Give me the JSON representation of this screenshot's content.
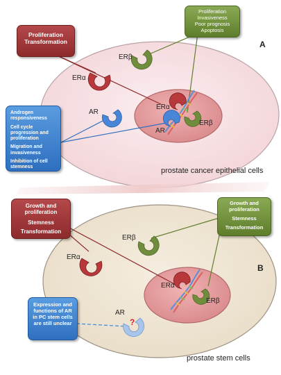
{
  "panelA": {
    "box_red": [
      "Proliferation",
      "Transformation"
    ],
    "box_green": [
      "Proliferation",
      "Invasiveness",
      "Poor prognosis",
      "Apoptosis"
    ],
    "box_blue": [
      "Androgen responsiveness",
      "Cell cycle progression and proliferation",
      "Migration and invasiveness",
      "Inhibition of cell stemness"
    ],
    "labels": {
      "er_beta_cyto": "ERβ",
      "er_alpha_cyto": "ERα",
      "ar_cyto": "AR",
      "er_alpha_nuc": "ERα",
      "er_beta_nuc": "ERβ",
      "ar_nuc": "AR",
      "panel_letter": "A",
      "caption": "prostate cancer epithelial cells"
    }
  },
  "panelB": {
    "box_red": [
      "Growth and proliferation",
      "Stemness",
      "Transformation"
    ],
    "box_green": [
      "Growth and proliferation",
      "Stemness",
      "Transformation"
    ],
    "box_blue": [
      "Expression and functions of AR in PC stem cells are still unclear"
    ],
    "labels": {
      "er_beta_cyto": "ERβ",
      "er_alpha_cyto": "ERα",
      "er_alpha_nuc": "ERα",
      "er_beta_nuc": "ERβ",
      "ar_cyto": "AR",
      "question": "?",
      "panel_letter": "B",
      "caption": "prostate stem cells"
    }
  },
  "colors": {
    "red_box": "#9e3436",
    "green_box": "#6f8d3c",
    "blue_box": "#3f85d6",
    "cell_a": "#f6dfe2",
    "cell_b": "#efe6d5",
    "nucleus": "#eaa3a4",
    "er_alpha": "#b8383b",
    "er_beta": "#6f8d3c",
    "ar": "#4a86d8"
  }
}
